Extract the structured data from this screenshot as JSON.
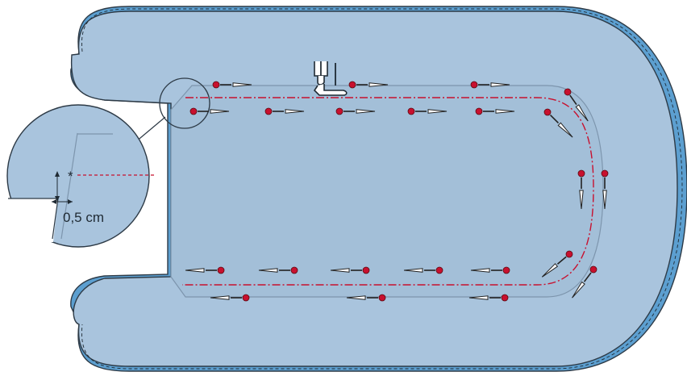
{
  "detail": {
    "marker": "*",
    "measurement": "0,5 cm"
  },
  "colors": {
    "fabric": "#a9c4dd",
    "fabric_inner": "#a3bfd8",
    "binding": "#5c9fd0",
    "outline": "#2d3a46",
    "stitch_line": "#c8102e",
    "pin_head": "#c8102e"
  },
  "icons": [
    "sewing-machine-presser-foot-icon",
    "straight-pin-icon",
    "magnifier-circle-icon"
  ],
  "pins": {
    "top_outer_row": 3,
    "top_inner_row": 5,
    "bottom_inner_row": 5,
    "bottom_outer_row": 3,
    "right_curve": 6
  }
}
